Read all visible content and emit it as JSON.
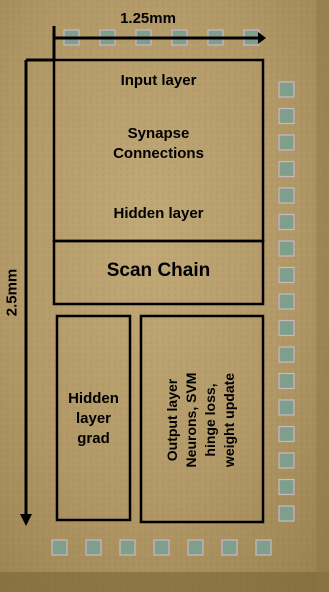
{
  "dimensions": {
    "width_label": "1.25mm",
    "height_label": "2.5mm"
  },
  "blocks": {
    "input_layer": "Input layer",
    "synapse_line1": "Synapse",
    "synapse_line2": "Connections",
    "hidden_layer": "Hidden layer",
    "scan_chain": "Scan Chain",
    "hidden_grad": [
      "Hidden",
      "layer",
      "grad"
    ],
    "output_layer": [
      "Output layer",
      "Neurons, SVM",
      "hinge loss,",
      "weight update"
    ]
  },
  "colors": {
    "die": "#b19866",
    "die_dark": "#8a7344",
    "pad": "#7f9f8c",
    "pad_border": "#c9b8c0",
    "frame": "#000000"
  },
  "pads": {
    "top_count": 6,
    "bottom_count": 7,
    "right_count": 17
  }
}
